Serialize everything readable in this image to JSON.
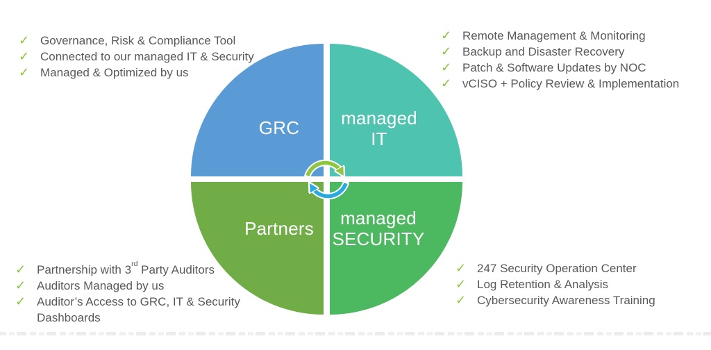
{
  "colors": {
    "grc_blue": "#5b9bd5",
    "managed_it_teal": "#4ec3b0",
    "partners_green": "#71ad47",
    "security_green": "#4cb85f",
    "check_green": "#8bc53f",
    "arrow_green": "#8dc63f",
    "arrow_blue": "#2aa9e0",
    "text_gray": "#595959"
  },
  "icons": {
    "check": "✓"
  },
  "quadrants": {
    "grc": {
      "label": "GRC"
    },
    "managed_it": {
      "label": "managed\nIT"
    },
    "partners": {
      "label": "Partners"
    },
    "managed_security": {
      "label": "managed\nSECURITY"
    }
  },
  "checklists": {
    "grc": {
      "items": [
        "Governance, Risk & Compliance Tool",
        "Connected to our managed IT & Security",
        "Managed & Optimized by us"
      ]
    },
    "managed_it": {
      "items": [
        "Remote Management & Monitoring",
        "Backup and Disaster Recovery",
        "Patch & Software Updates by NOC",
        "vCISO + Policy Review & Implementation"
      ]
    },
    "partners": {
      "item1": {
        "pre": "Partnership with 3",
        "sup": "rd",
        "post": " Party Auditors"
      },
      "item2": "Auditors Managed by us",
      "item3": "Auditor’s Access to GRC, IT & Security\nDashboards"
    },
    "managed_security": {
      "items": [
        "247 Security Operation Center",
        "Log Retention & Analysis",
        "Cybersecurity Awareness Training"
      ]
    }
  }
}
